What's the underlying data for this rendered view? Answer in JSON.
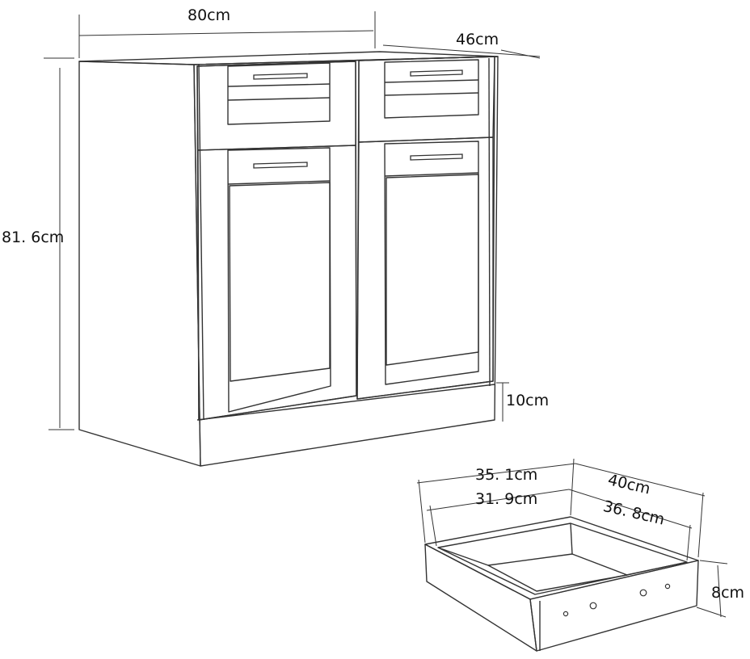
{
  "cabinet": {
    "width_label": "80cm",
    "depth_label": "46cm",
    "height_label": "81. 6cm",
    "plinth_label": "10cm"
  },
  "drawer": {
    "outer_width_label": "35. 1cm",
    "inner_width_label": "31. 9cm",
    "outer_depth_label": "40cm",
    "inner_depth_label": "36. 8cm",
    "height_label": "8cm"
  }
}
